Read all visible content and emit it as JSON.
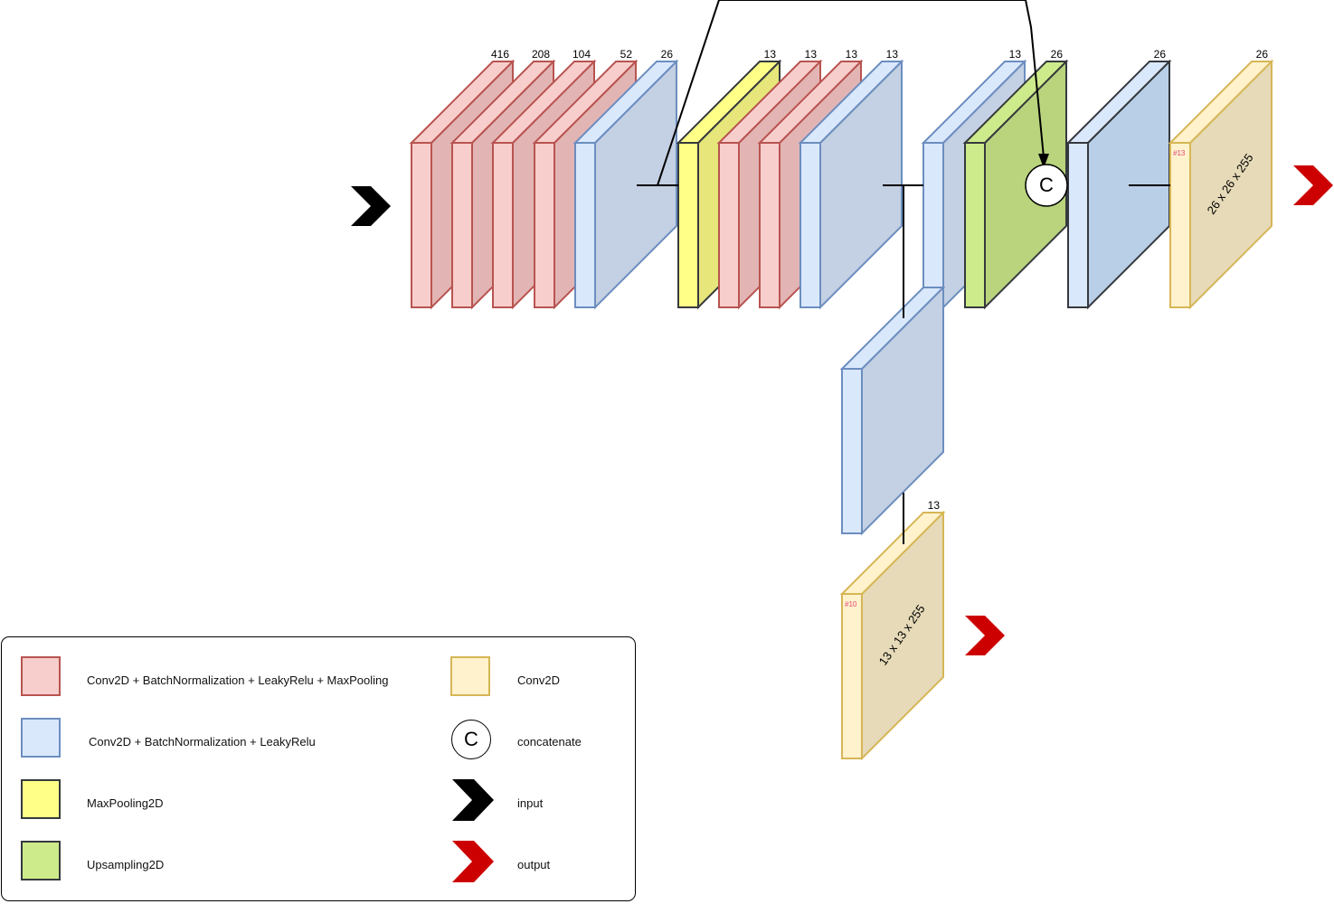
{
  "colors": {
    "red_front": "#f8cecc",
    "red_side": "#e2b5b4",
    "red_stroke": "#b85450",
    "blue_front": "#dae8fc",
    "blue_side": "#c4d0e3",
    "blue_stroke": "#6c8ebf",
    "yellow_front": "#ffff88",
    "yellow_side": "#e6e67a",
    "yellow_stroke": "#36393d",
    "green_front": "#cdeb8b",
    "green_side": "#b9d47d",
    "green_stroke": "#36393d",
    "dblue_front": "#dae8fc",
    "dblue_side": "#b9cfe8",
    "dblue_stroke": "#36393d",
    "orange_front": "#fff2cc",
    "orange_side": "#e6dab8",
    "orange_stroke": "#d6b656",
    "input_arrow": "#000000",
    "output_arrow": "#cc0000"
  },
  "layers": [
    {
      "label": "416",
      "kind": "red"
    },
    {
      "label": "208",
      "kind": "red"
    },
    {
      "label": "104",
      "kind": "red"
    },
    {
      "label": "52",
      "kind": "red"
    },
    {
      "label": "26",
      "kind": "blue"
    },
    {
      "label": "13",
      "kind": "yellow"
    },
    {
      "label": "13",
      "kind": "red"
    },
    {
      "label": "13",
      "kind": "red"
    },
    {
      "label": "13",
      "kind": "blue"
    },
    {
      "label": "13",
      "kind": "blue"
    },
    {
      "label": "26",
      "kind": "green"
    },
    {
      "label": "26",
      "kind": "dblue"
    },
    {
      "label": "26",
      "kind": "orange",
      "tag": "#13",
      "text": "26 x 26 x 255"
    },
    {
      "label": "",
      "kind": "blue"
    },
    {
      "label": "13",
      "kind": "orange",
      "tag": "#10",
      "text": "13 x 13 x 255"
    }
  ],
  "concat_symbol": "C",
  "legend": {
    "items": [
      {
        "kind": "red",
        "label": "Conv2D + BatchNormalization + LeakyRelu + MaxPooling"
      },
      {
        "kind": "blue",
        "label": "Conv2D + BatchNormalization + LeakyRelu"
      },
      {
        "kind": "yellow",
        "label": "MaxPooling2D"
      },
      {
        "kind": "green",
        "label": "Upsampling2D"
      },
      {
        "kind": "orange",
        "label": "Conv2D"
      },
      {
        "kind": "concat",
        "label": "concatenate",
        "symbol": "C"
      },
      {
        "kind": "input",
        "label": "input"
      },
      {
        "kind": "output",
        "label": "output"
      }
    ]
  }
}
